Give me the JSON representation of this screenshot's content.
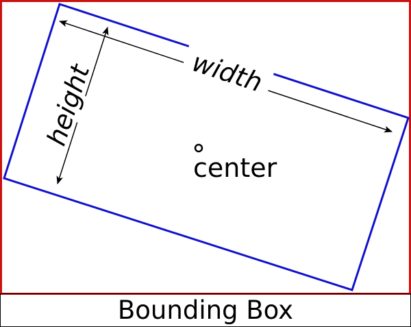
{
  "labels": {
    "width": "width",
    "height": "height",
    "center": "center"
  },
  "caption": "Bounding Box",
  "colors": {
    "bounding_box": "#cc1111",
    "rotated_rect": "#1111cc",
    "arrows": "#000000",
    "background": "#ffffff"
  }
}
